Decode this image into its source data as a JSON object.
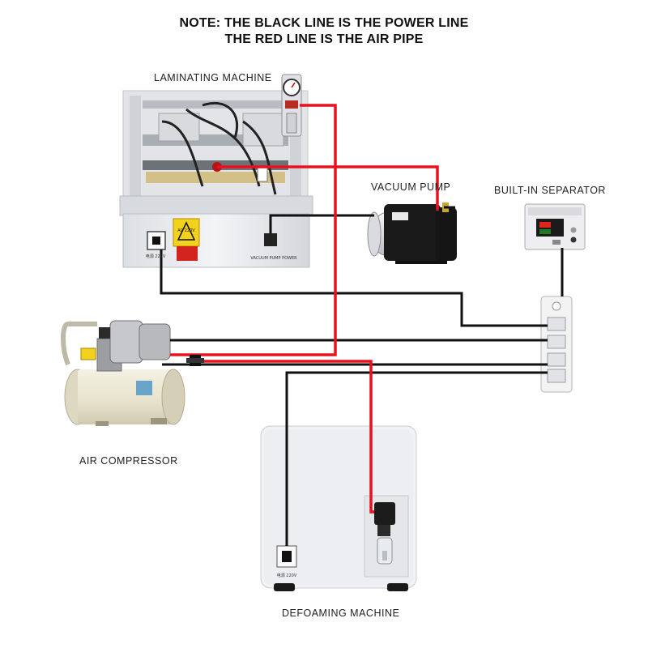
{
  "notes": {
    "line1": "NOTE: THE BLACK LINE IS THE POWER LINE",
    "line2": "THE RED LINE IS THE AIR PIPE"
  },
  "labels": {
    "laminating": "LAMINATING MACHINE",
    "vacuum": "VACUUM PUMP",
    "separator": "BUILT-IN SEPARATOR",
    "compressor": "AIR COMPRESSOR",
    "defoaming": "DEFOAMING MACHINE"
  },
  "panel_text": {
    "vacuum_pump_power": "VACUUM PUMP POWER",
    "power_220v": "AC 220V",
    "defoam_power": "电源 220V",
    "laminating_power": "电源 220V"
  },
  "colors": {
    "power_line": "#111111",
    "air_pipe": "#e8121e",
    "machine_body": "#e9ebef",
    "machine_shadow": "#c9ccd2"
  },
  "legend": {
    "black": "power line",
    "red": "air pipe"
  }
}
